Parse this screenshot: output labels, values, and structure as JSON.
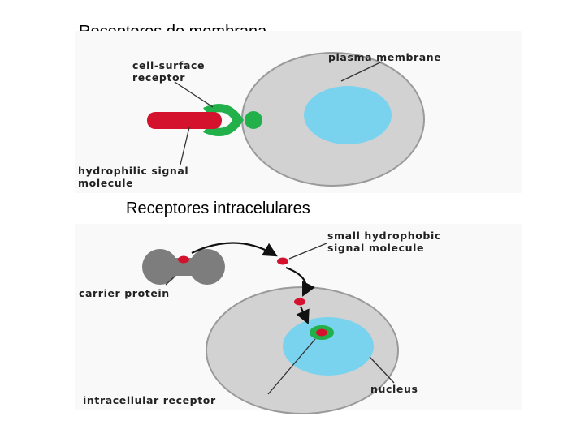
{
  "titles": {
    "membrane": "Receptores de membrana",
    "intracellular": "Receptores intracelulares"
  },
  "top_panel": {
    "cell_surface_receptor": [
      "cell-surface",
      "receptor"
    ],
    "plasma_membrane": "plasma membrane",
    "hydrophilic_signal": [
      "hydrophilic signal",
      "molecule"
    ]
  },
  "bottom_panel": {
    "small_hydrophobic": [
      "small hydrophobic",
      "signal molecule"
    ],
    "carrier_protein": "carrier protein",
    "nucleus": "nucleus",
    "intracellular_receptor": "intracellular receptor"
  },
  "colors": {
    "cell_fill": "#d2d2d2",
    "cell_stroke": "#9a9a9a",
    "nucleus": "#7ad3ee",
    "receptor": "#22b04a",
    "signal": "#d4122e",
    "carrier": "#7d7d7d"
  }
}
